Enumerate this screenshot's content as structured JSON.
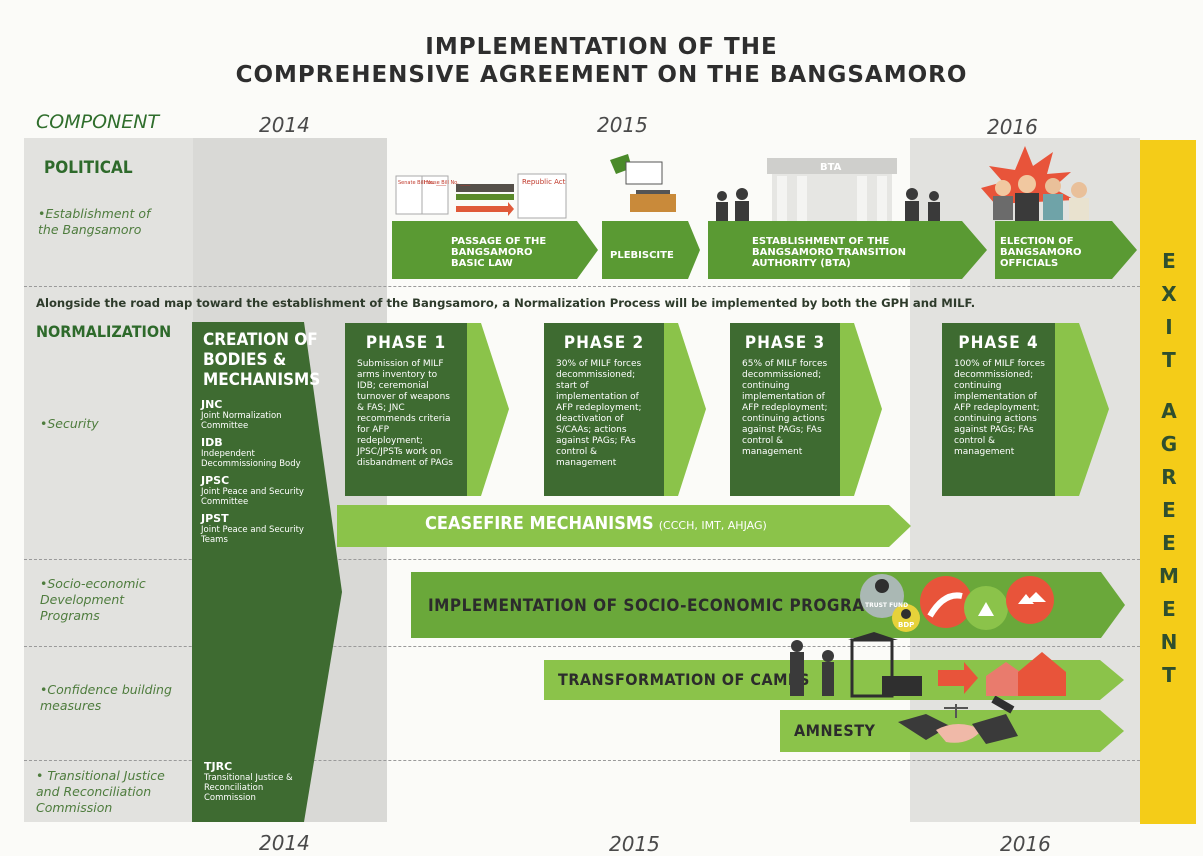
{
  "title": {
    "line1": "IMPLEMENTATION OF THE",
    "line2": "COMPREHENSIVE AGREEMENT ON THE BANGSAMORO"
  },
  "header": {
    "component": "COMPONENT",
    "years": [
      "2014",
      "2015",
      "2016"
    ]
  },
  "political": {
    "heading": "POLITICAL",
    "row_label": "•Establishment of the Bangsamoro",
    "steps": [
      "PASSAGE OF THE BANGSAMORO BASIC LAW",
      "PLEBISCITE",
      "ESTABLISHMENT OF THE BANGSAMORO TRANSITION AUTHORITY (BTA)",
      "ELECTION OF BANGSAMORO OFFICIALS"
    ],
    "bill_labels": [
      "Senate Bill No. ____",
      "House Bill No. ____",
      "Republic Act"
    ],
    "bta_sign": "BTA"
  },
  "normalization_note": "Alongside the road map toward the establishment of the Bangsamoro, a Normalization Process will be implemented by both the GPH and MILF.",
  "normalization": {
    "heading": "NORMALIZATION",
    "rows": {
      "security": "•Security",
      "socio": "•Socio-economic Development Programs",
      "confidence": "•Confidence building measures",
      "justice": "• Transitional Justice and Reconciliation Commission"
    },
    "creation": {
      "title": "CREATION OF BODIES & MECHANISMS",
      "bodies": [
        {
          "abbr": "JNC",
          "name": "Joint Normalization Committee"
        },
        {
          "abbr": "IDB",
          "name": "Independent Decommissioning Body"
        },
        {
          "abbr": "JPSC",
          "name": "Joint Peace and Security Committee"
        },
        {
          "abbr": "JPST",
          "name": "Joint Peace and Security Teams"
        }
      ],
      "tjrc": {
        "abbr": "TJRC",
        "name": "Transitional Justice & Reconciliation Commission"
      }
    },
    "phases": [
      {
        "title": "PHASE 1",
        "text": "Submission of MILF arms inventory to IDB; ceremonial turnover of weapons & FAS; JNC recommends criteria for AFP redeployment; JPSC/JPSTs work on disbandment of PAGs"
      },
      {
        "title": "PHASE 2",
        "text": "30% of MILF forces decommissioned; start of implementation of AFP redeployment; deactivation of S/CAAs; actions against PAGs; FAs control & management"
      },
      {
        "title": "PHASE 3",
        "text": "65% of MILF forces decommissioned; continuing implementation of AFP redeployment; continuing actions against PAGs; FAs control & management"
      },
      {
        "title": "PHASE 4",
        "text": "100% of MILF forces decommissioned; continuing implementation of AFP redeployment; continuing actions against PAGs; FAs control & management"
      }
    ],
    "ceasefire": {
      "label": "CEASEFIRE MECHANISMS",
      "sub": "(CCCH, IMT, AHJAG)"
    },
    "socio_programs": "IMPLEMENTATION OF SOCIO-ECONOMIC PROGRAMS",
    "trust_fund": "TRUST FUND",
    "bdp": "BDP",
    "camps": "TRANSFORMATION OF CAMPS",
    "amnesty": "AMNESTY"
  },
  "exit": [
    "E",
    "X",
    "I",
    "T",
    "",
    "A",
    "G",
    "R",
    "E",
    "E",
    "M",
    "E",
    "N",
    "T"
  ],
  "colors": {
    "dark_green": "#3e6b31",
    "mid_green": "#56932f",
    "light_green": "#8bc34a",
    "yellow": "#f4cc18",
    "orange_red": "#e8543a"
  }
}
